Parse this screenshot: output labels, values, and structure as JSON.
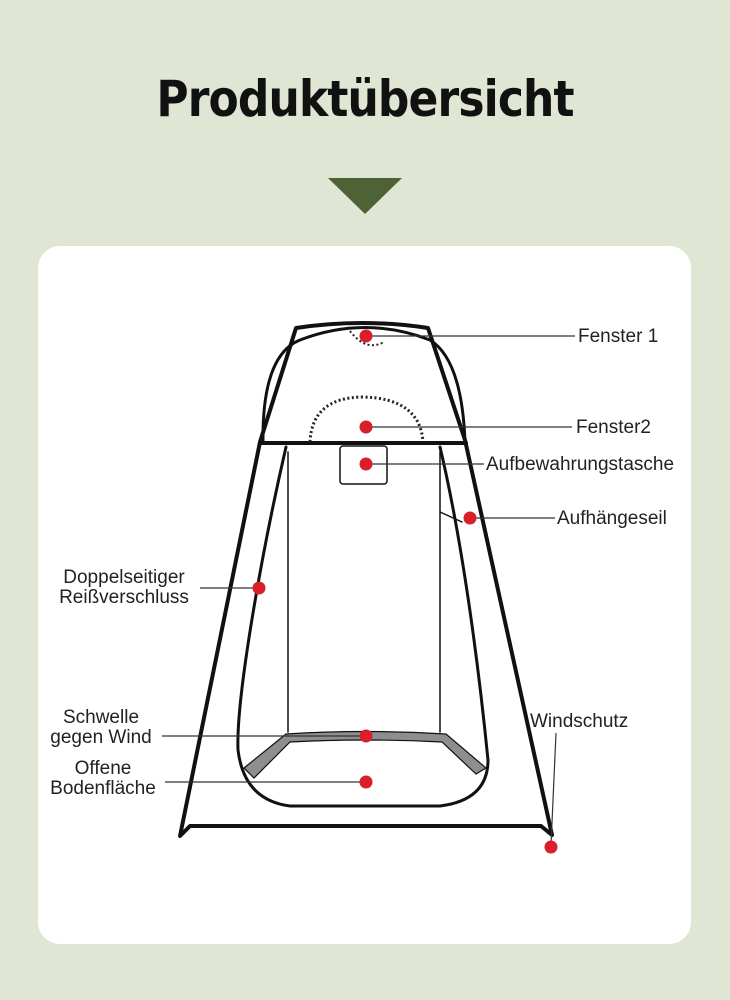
{
  "title": "Produktübersicht",
  "colors": {
    "background": "#dfe6d4",
    "arrow": "#4e6235",
    "marker": "#d8202a",
    "card": "#ffffff"
  },
  "labels": {
    "fenster1": "Fenster 1",
    "fenster2": "Fenster2",
    "aufbewahrungstasche": "Aufbewahrungstasche",
    "aufhaengeseil": "Aufhängeseil",
    "reissverschluss_line1": "Doppelseitiger",
    "reissverschluss_line2": "Reißverschluss",
    "schwelle_line1": "Schwelle",
    "schwelle_line2": "gegen Wind",
    "boden_line1": "Offene",
    "boden_line2": "Bodenfläche",
    "windschutz": "Windschutz"
  }
}
